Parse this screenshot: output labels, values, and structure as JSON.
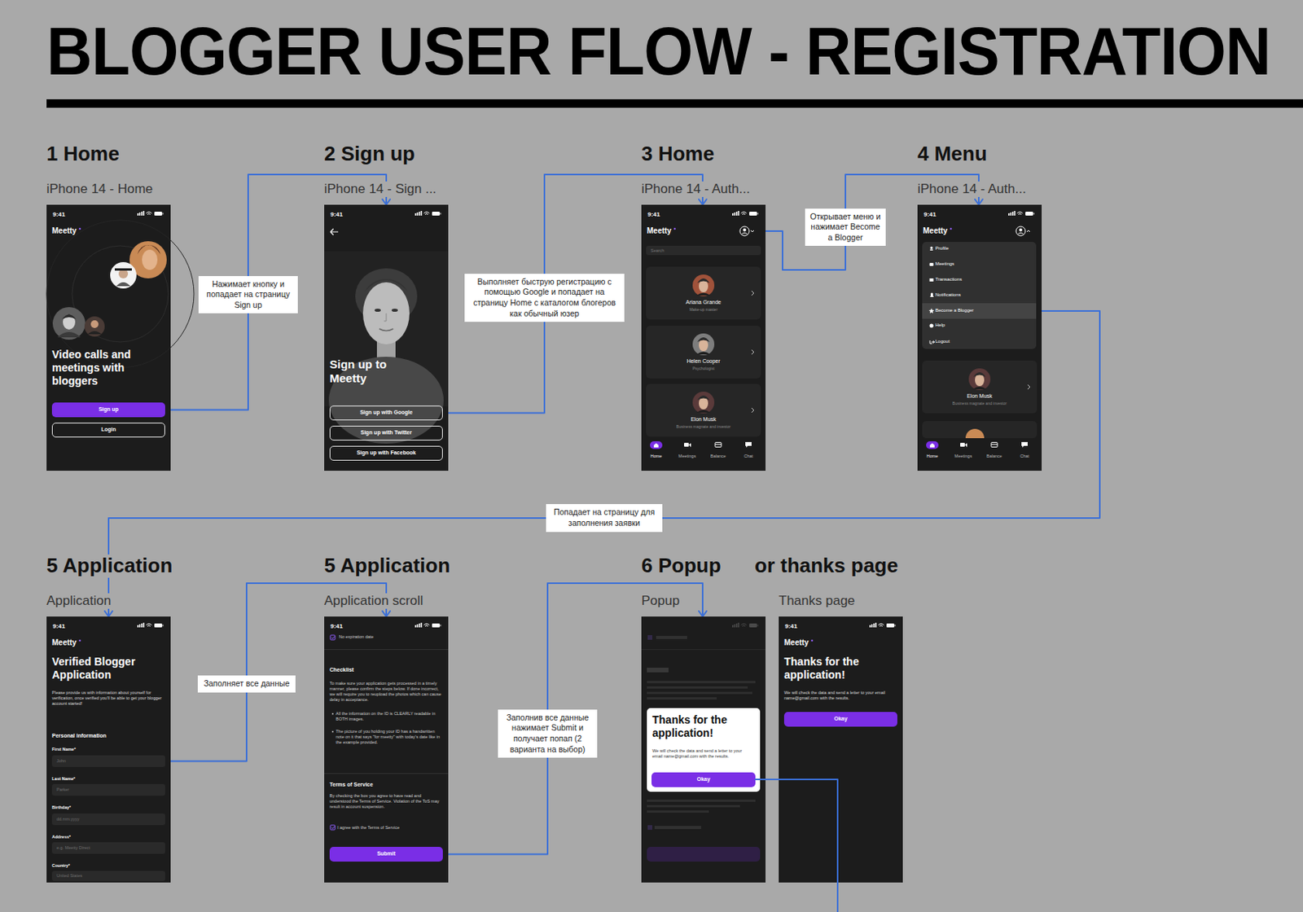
{
  "diagram": {
    "title": "BLOGGER USER FLOW - REGISTRATION",
    "nodes": [
      {
        "text": [
          "1 Home",
          "iPhone 14 - Home",
          "9:41",
          "Meetty",
          "Video calls and meetings with bloggers"
        ]
      },
      {
        "text": [
          "Sign up"
        ],
        "in": 0
      },
      {
        "text": [
          "Login"
        ],
        "in": 0
      },
      {
        "text": [
          "2 Sign up",
          "iPhone 14 - Sign ...",
          "9:41",
          "Sign up to Meetty"
        ]
      },
      {
        "text": [
          "Sign up with Google"
        ],
        "in": 3
      },
      {
        "text": [
          "Sign up with Twitter"
        ],
        "in": 3
      },
      {
        "text": [
          "Sign up with Facebook"
        ],
        "in": 3
      },
      {
        "text": [
          "3 Home",
          "iPhone 14 - Auth...",
          "9:41",
          "Meetty",
          "Home",
          "Meetings",
          "Balance",
          "Chat"
        ]
      },
      {
        "text": [
          "Search"
        ],
        "in": 7
      },
      {
        "text": [
          "Ariana Grande",
          "Make-up master"
        ],
        "in": 7
      },
      {
        "text": [
          "Helen Cooper",
          "Psychologist"
        ],
        "in": 7
      },
      {
        "text": [
          "Elon Musk",
          "Business magnate and investor"
        ],
        "in": 7
      },
      {
        "text": [
          "4 Menu",
          "iPhone 14 - Auth...",
          "9:41",
          "Meetty",
          "Home",
          "Meetings",
          "Balance",
          "Chat"
        ]
      },
      {
        "text": [
          "Profile",
          "Meetings",
          "Transactions",
          "Notifications",
          "Help",
          "Logout"
        ],
        "in": 12
      },
      {
        "text": [
          "Become a Blogger"
        ],
        "in": 13
      },
      {
        "text": [
          "Elon Musk",
          "Business magnate and investor"
        ],
        "in": 12
      },
      {
        "text": [
          "5 Application",
          "Application",
          "9:41",
          "Meetty",
          "Verified Blogger Application",
          "Please provide us with information about yourself for verification, once verified you'll be able to get your blogger account started!",
          "Personal information",
          "First Name*",
          "Last Name*",
          "Birthday*",
          "Address*",
          "Country*"
        ]
      },
      {
        "text": [
          "John"
        ],
        "in": 16
      },
      {
        "text": [
          "Parker"
        ],
        "in": 16
      },
      {
        "text": [
          "dd.mm.yyyy"
        ],
        "in": 16
      },
      {
        "text": [
          "e.g. Meetty Direct"
        ],
        "in": 16
      },
      {
        "text": [
          "United States"
        ],
        "in": 16
      },
      {
        "text": [
          "5 Application",
          "Application scroll",
          "9:41",
          "No expiration date",
          "Checklist",
          "To make sure your application gets processed in a timely manner, please confirm the steps below. If done incorrect, we will require you to reupload the photos which can cause delay in acceptance.",
          "All the information on the ID is CLEARLY readable in BOTH images.",
          "The picture of you holding your ID has a handwritten note on it that says \"for meetty\" with today's date like in the example provided.",
          "Terms of Service",
          "By checking the box you agree to have read and understood the Terms of Service. Violation of the ToS may result in account suspension.",
          "I agree with the Terms of Service"
        ]
      },
      {
        "text": [
          "Submit"
        ],
        "in": 22
      },
      {
        "text": [
          "6 Popup",
          "Popup"
        ]
      },
      {
        "text": [
          "Thanks for the application!",
          "We will check the data and send a letter to your email name@gmail.com with the results."
        ],
        "in": 24
      },
      {
        "text": [
          "Okay"
        ],
        "in": 25
      },
      {
        "text": [
          "or thanks page",
          "Thanks page",
          "9:41",
          "Meetty",
          "Thanks for the application!",
          "We will check the data and send a letter to your email name@gmail.com with the results."
        ]
      },
      {
        "text": [
          "Okay"
        ],
        "in": 27
      }
    ],
    "edges": [
      {
        "from": 1,
        "to": 3,
        "arrow": "to",
        "label": "Нажимает кнопку и попадает на страницу Sign up"
      },
      {
        "from": 4,
        "to": 7,
        "arrow": "to",
        "label": "Выполняет быструю регистрацию с помощью Google и попадает на страницу Home с каталогом блогеров как обычный юзер"
      },
      {
        "from": 7,
        "to": 12,
        "arrow": "to",
        "label": "Открывает меню и нажимает Become a Blogger"
      },
      {
        "from": 14,
        "to": 16,
        "arrow": "to",
        "label": "Попадает на страницу для заполнения заявки"
      },
      {
        "from": 17,
        "to": 22,
        "arrow": "to",
        "label": "Заполняет все данные"
      },
      {
        "from": 23,
        "to": 24,
        "arrow": "to",
        "label": "Заполнив все данные нажимает Submit и получает попап (2 варианта на выбор)"
      }
    ]
  }
}
